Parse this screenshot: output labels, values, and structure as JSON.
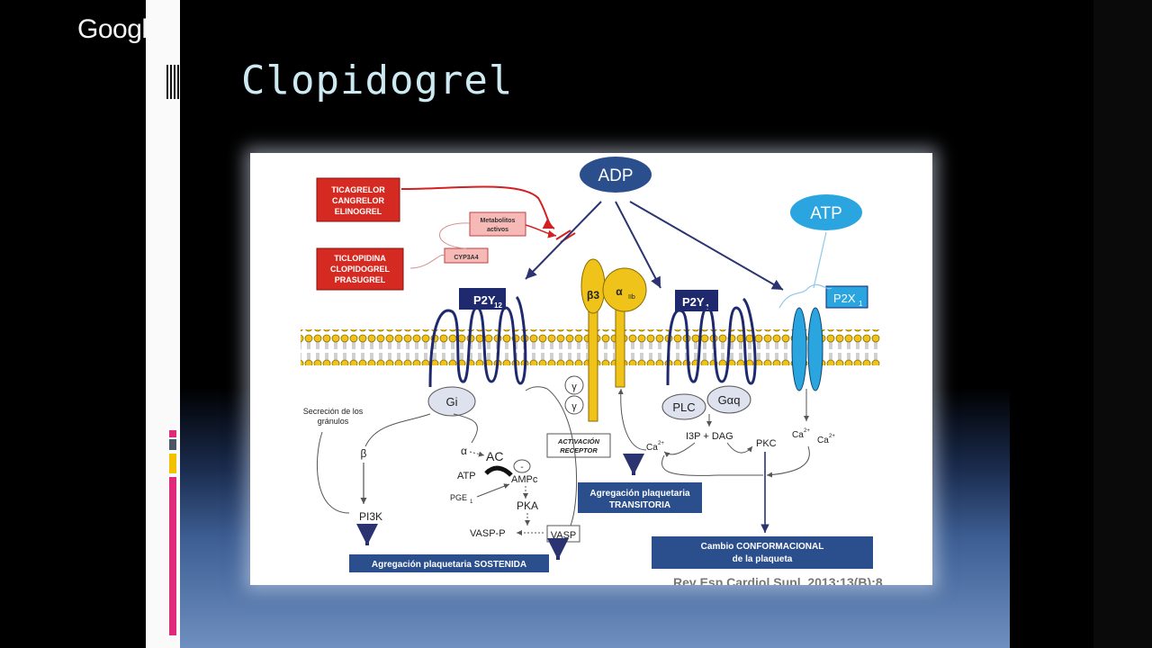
{
  "watermark": {
    "brand": "Google"
  },
  "slide": {
    "title": "Clopidogrel",
    "citation": "Rev Esp Cardiol Supl. 2013;13(B):8"
  },
  "diagram": {
    "adp": "ADP",
    "atp": "ATP",
    "drug_box_1": [
      "TICAGRELOR",
      "CANGRELOR",
      "ELINOGREL"
    ],
    "drug_box_2": [
      "TICLOPIDINA",
      "CLOPIDOGREL",
      "PRASUGREL"
    ],
    "metabolitos": [
      "Metabolitos",
      "activos"
    ],
    "cyp": "CYP3A4",
    "p2y12": "P2Y",
    "p2y12_sub": "12",
    "p2y1": "P2Y",
    "p2y1_sub": "1",
    "p2x1": "P2X",
    "p2x1_sub": "1",
    "beta3": "β3",
    "alpha": "α",
    "alpha_sub": "IIb",
    "gi": "Gi",
    "plc": "PLC",
    "gaq": "Gαq",
    "gamma": "γ",
    "secrecion": [
      "Secreción de los",
      "gránulos"
    ],
    "beta": "β",
    "alpha_small": "α",
    "ac": "AC",
    "atp_small": "ATP",
    "minus": "-",
    "ampc": "AMPc",
    "pge": "PGE",
    "pge_sub": "1",
    "pka": "PKA",
    "pi3k": "PI3K",
    "vasp_p": "VASP-P",
    "vasp": "VASP",
    "activacion": [
      "ACTIVACIÓN",
      "RECEPTOR"
    ],
    "ca_1": "Ca",
    "ca_sup": "2+",
    "i3p_dag": "I3P + DAG",
    "pkc": "PKC",
    "ca_2": "Ca",
    "ca_3": "Ca",
    "agreg_transitoria": [
      "Agregación plaquetaria",
      "TRANSITORIA"
    ],
    "agreg_sostenida": "Agregación plaquetaria SOSTENIDA",
    "cambio": [
      "Cambio CONFORMACIONAL",
      "de la plaqueta"
    ]
  },
  "colors": {
    "accent_pink": "#e0297a",
    "accent_yellow": "#f2c200",
    "title": "#cdeaf2",
    "navy": "#1f3a6e"
  }
}
